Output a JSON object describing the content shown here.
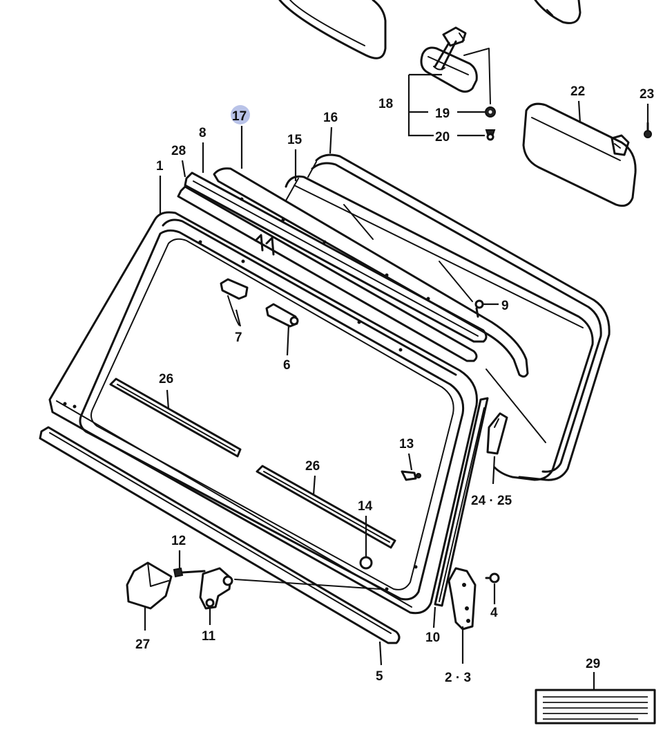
{
  "callouts": {
    "c1": "1",
    "c2_3": "2 · 3",
    "c4": "4",
    "c5": "5",
    "c6": "6",
    "c7": "7",
    "c8": "8",
    "c9": "9",
    "c10": "10",
    "c11": "11",
    "c12": "12",
    "c13": "13",
    "c14": "14",
    "c15": "15",
    "c16": "16",
    "c17": "17",
    "c18": "18",
    "c19": "19",
    "c20": "20",
    "c22": "22",
    "c23": "23",
    "c24_25": "24 · 25",
    "c26a": "26",
    "c26b": "26",
    "c27": "27",
    "c28": "28",
    "c29": "29"
  },
  "highlight_color": "#b9c3e8",
  "line_color": "#111111"
}
